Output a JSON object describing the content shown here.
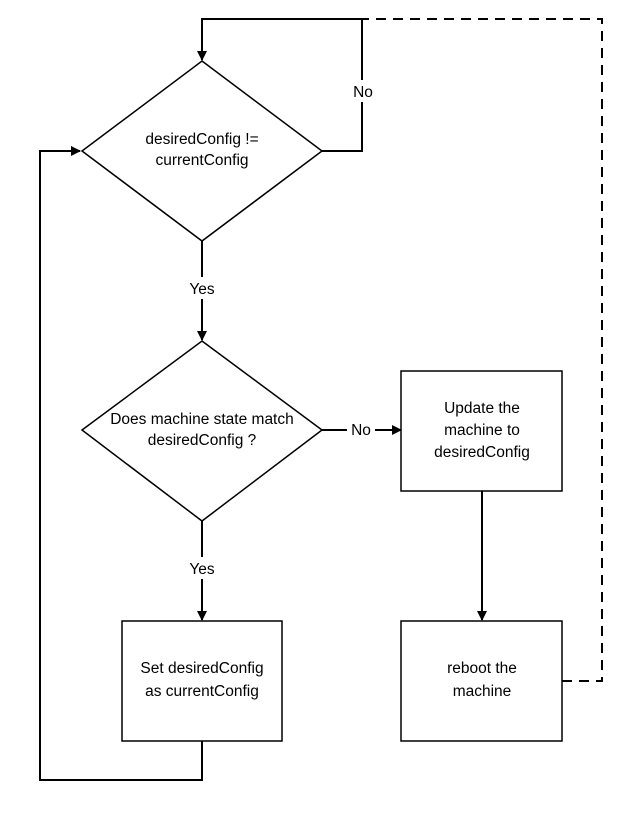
{
  "diagram": {
    "nodes": {
      "check_config": {
        "lines": [
          "desiredConfig !=",
          "currentConfig"
        ]
      },
      "check_state": {
        "lines": [
          "Does machine state match",
          "desiredConfig ?"
        ]
      },
      "update": {
        "lines": [
          "Update the",
          "machine to",
          "desiredConfig"
        ]
      },
      "set_config": {
        "lines": [
          "Set desiredConfig",
          "as currentConfig"
        ]
      },
      "reboot": {
        "lines": [
          "reboot the",
          "machine"
        ]
      }
    },
    "edges": {
      "check_config_no": "No",
      "check_config_yes": "Yes",
      "check_state_no": "No",
      "check_state_yes": "Yes"
    }
  }
}
